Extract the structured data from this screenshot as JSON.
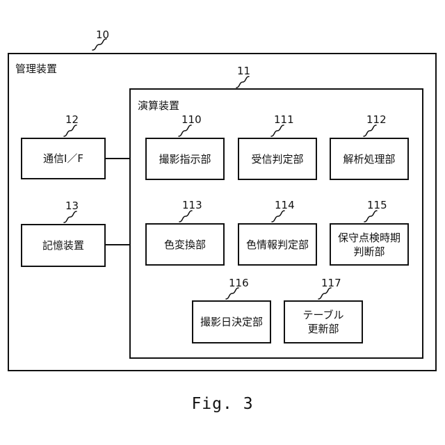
{
  "management": {
    "ref": "10",
    "title": "管理装置"
  },
  "compute": {
    "ref": "11",
    "title": "演算装置"
  },
  "comm_if": {
    "ref": "12",
    "label": "通信I／F"
  },
  "storage": {
    "ref": "13",
    "label": "記憶装置"
  },
  "units": [
    {
      "ref": "110",
      "lines": [
        "撮影指示部"
      ]
    },
    {
      "ref": "111",
      "lines": [
        "受信判定部"
      ]
    },
    {
      "ref": "112",
      "lines": [
        "解析処理部"
      ]
    },
    {
      "ref": "113",
      "lines": [
        "色変換部"
      ]
    },
    {
      "ref": "114",
      "lines": [
        "色情報判定部"
      ]
    },
    {
      "ref": "115",
      "lines": [
        "保守点検時期",
        "判断部"
      ]
    },
    {
      "ref": "116",
      "lines": [
        "撮影日決定部"
      ]
    },
    {
      "ref": "117",
      "lines": [
        "テーブル",
        "更新部"
      ]
    }
  ],
  "caption": "Fig. 3"
}
